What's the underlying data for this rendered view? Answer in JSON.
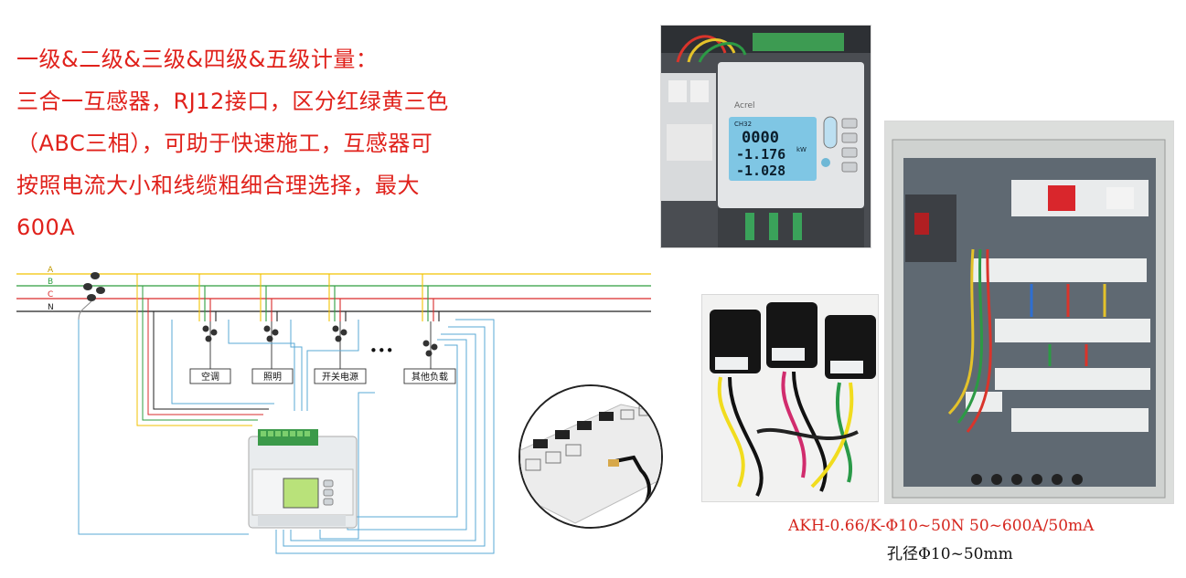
{
  "heading": {
    "line1": "一级&二级&三级&四级&五级计量：",
    "line2": "三合一互感器，RJ12接口，区分红绿黄三色",
    "line3": "（ABC三相），可助于快速施工，互感器可",
    "line4": "按照电流大小和线缆粗细合理选择，最大",
    "line5": "600A"
  },
  "wiring": {
    "phase_a": "A",
    "phase_b": "B",
    "phase_c": "C",
    "neutral": "N",
    "ellipsis": "•••",
    "loads": [
      "空调",
      "照明",
      "开关电源",
      "其他负载"
    ]
  },
  "meter_photo": {
    "lcd_line1": "0000",
    "lcd_line2": "-1.176",
    "lcd_line3": "-1.028",
    "unit": "kW",
    "channel": "CH32",
    "brand": "Acrel"
  },
  "ct_caption": {
    "line1": "AKH-0.66/K-Φ10~50N 50~600A/50mA",
    "line2": "孔径Φ10~50mm"
  },
  "colors": {
    "accent_red": "#e0211b",
    "phase_a": "#f2c200",
    "phase_b": "#2e9e3f",
    "phase_c": "#d92b2b",
    "neutral": "#222222",
    "signal": "#5aa9d6"
  }
}
